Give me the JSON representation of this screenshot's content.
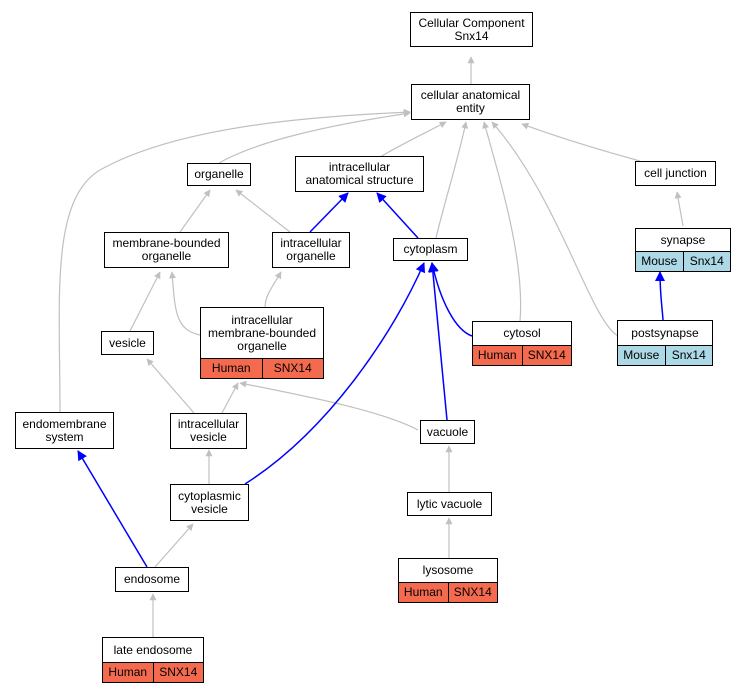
{
  "nodes": {
    "root": {
      "label": "Cellular Component\nSnx14"
    },
    "cae": {
      "label": "cellular anatomical\nentity"
    },
    "organelle": {
      "label": "organelle"
    },
    "ias": {
      "label": "intracellular\nanatomical structure"
    },
    "celljunction": {
      "label": "cell junction"
    },
    "mbo": {
      "label": "membrane-bounded\norganelle"
    },
    "io": {
      "label": "intracellular\norganelle"
    },
    "cytoplasm": {
      "label": "cytoplasm"
    },
    "synapse": {
      "label": "synapse",
      "species": "Mouse",
      "gene": "Snx14"
    },
    "imbo": {
      "label": "intracellular\nmembrane-bounded\norganelle",
      "species": "Human",
      "gene": "SNX14"
    },
    "vesicle": {
      "label": "vesicle"
    },
    "cytosol": {
      "label": "cytosol",
      "species": "Human",
      "gene": "SNX14"
    },
    "postsynapse": {
      "label": "postsynapse",
      "species": "Mouse",
      "gene": "Snx14"
    },
    "ems": {
      "label": "endomembrane\nsystem"
    },
    "iv": {
      "label": "intracellular\nvesicle"
    },
    "vacuole": {
      "label": "vacuole"
    },
    "cv": {
      "label": "cytoplasmic\nvesicle"
    },
    "lv": {
      "label": "lytic vacuole"
    },
    "endosome": {
      "label": "endosome"
    },
    "lysosome": {
      "label": "lysosome",
      "species": "Human",
      "gene": "SNX14"
    },
    "le": {
      "label": "late endosome",
      "species": "Human",
      "gene": "SNX14"
    }
  },
  "colors": {
    "gray_edge": "#c0c0c0",
    "blue_edge": "#0000ff",
    "human": "#f46a4e",
    "mouse": "#add8e6"
  }
}
